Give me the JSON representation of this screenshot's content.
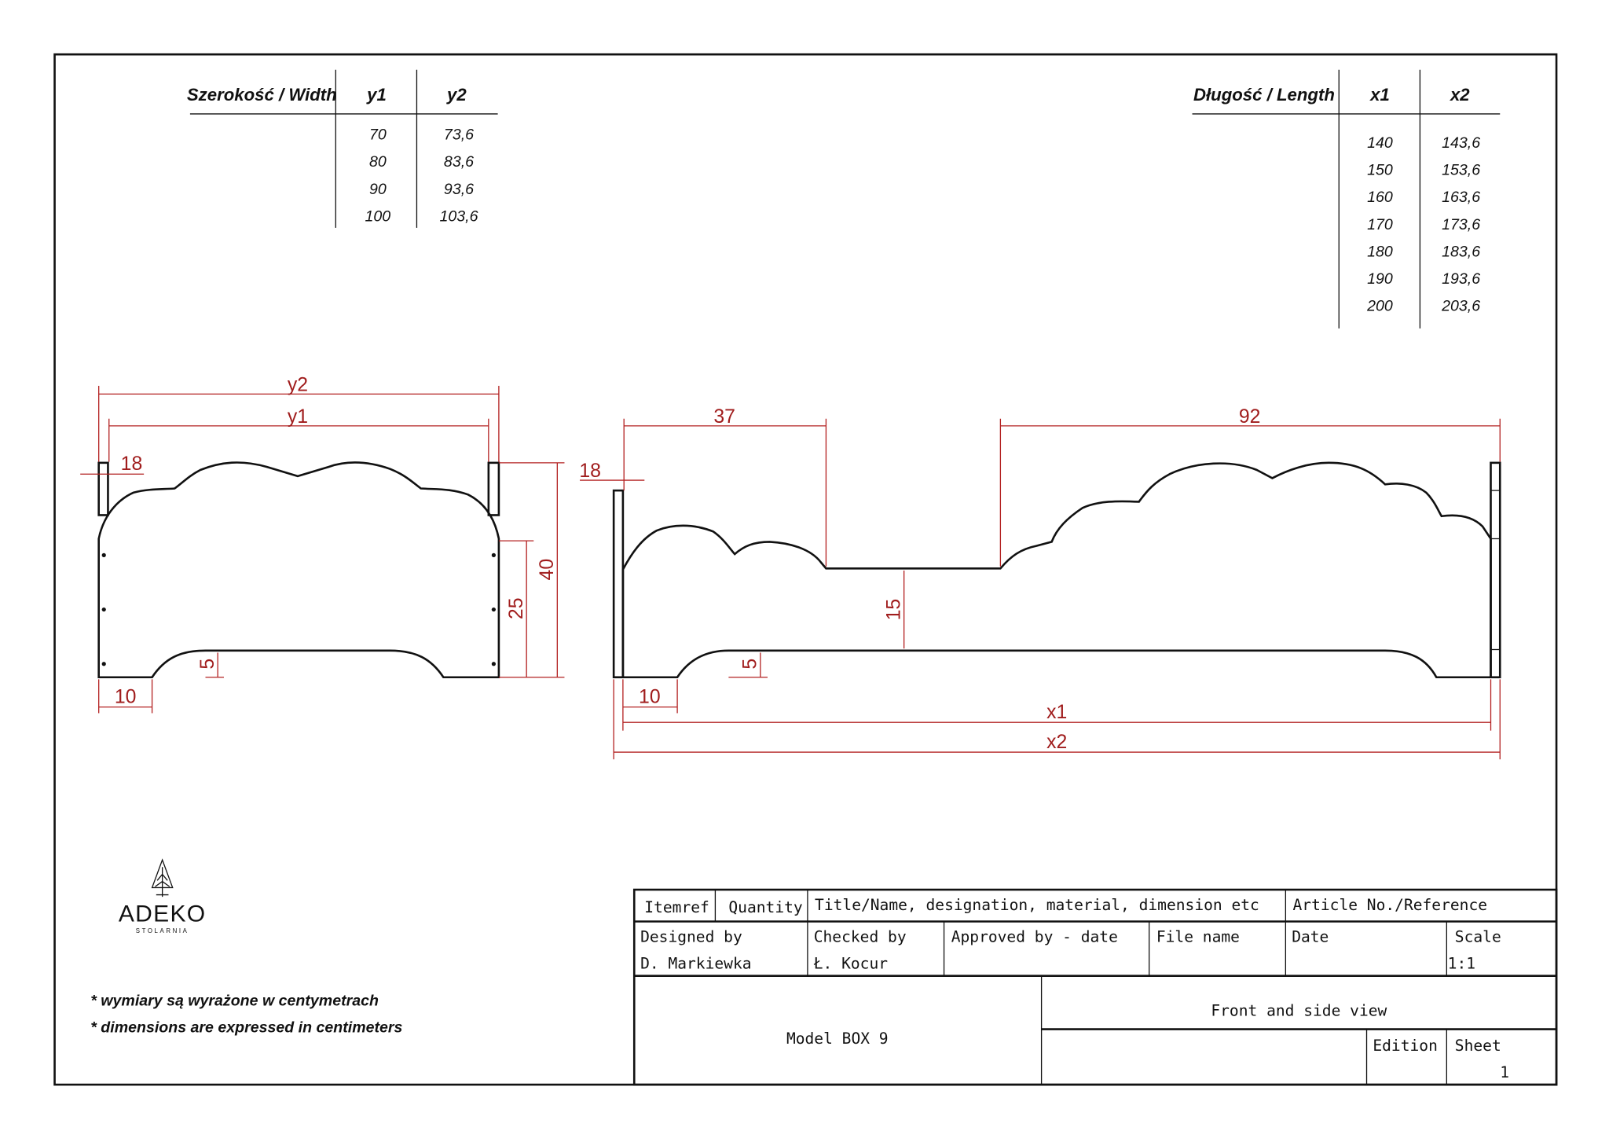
{
  "width_table": {
    "header": "Szerokość / Width",
    "col1": "y1",
    "col2": "y2",
    "rows": [
      [
        "70",
        "73,6"
      ],
      [
        "80",
        "83,6"
      ],
      [
        "90",
        "93,6"
      ],
      [
        "100",
        "103,6"
      ]
    ]
  },
  "length_table": {
    "header": "Długość / Length",
    "col1": "x1",
    "col2": "x2",
    "rows": [
      [
        "140",
        "143,6"
      ],
      [
        "150",
        "153,6"
      ],
      [
        "160",
        "163,6"
      ],
      [
        "170",
        "173,6"
      ],
      [
        "180",
        "183,6"
      ],
      [
        "190",
        "193,6"
      ],
      [
        "200",
        "203,6"
      ]
    ]
  },
  "front_view": {
    "y2": "y2",
    "y1": "y1",
    "post": "18",
    "height": "40",
    "side": "25",
    "cut": "5",
    "leg": "10"
  },
  "side_view": {
    "left": "37",
    "right": "92",
    "post": "18",
    "dip": "15",
    "cut": "5",
    "leg": "10",
    "x1": "x1",
    "x2": "x2"
  },
  "logo": {
    "name": "ADEKO",
    "sub": "STOLARNIA"
  },
  "notes": [
    "* wymiary są wyrażone w centymetrach",
    "* dimensions are expressed in centimeters"
  ],
  "title_block": {
    "itemref": "Itemref",
    "quantity": "Quantity",
    "title_label": "Title/Name, designation, material, dimension etc",
    "article": "Article No./Reference",
    "designed_by": "Designed by",
    "designer": "D. Markiewka",
    "checked_by": "Checked by",
    "checker": "Ł. Kocur",
    "approved": "Approved by - date",
    "file_name": "File name",
    "date": "Date",
    "scale_label": "Scale",
    "scale": "1:1",
    "model": "Model BOX 9",
    "view": "Front and  side  view",
    "edition": "Edition",
    "sheet_label": "Sheet",
    "sheet": "1"
  }
}
